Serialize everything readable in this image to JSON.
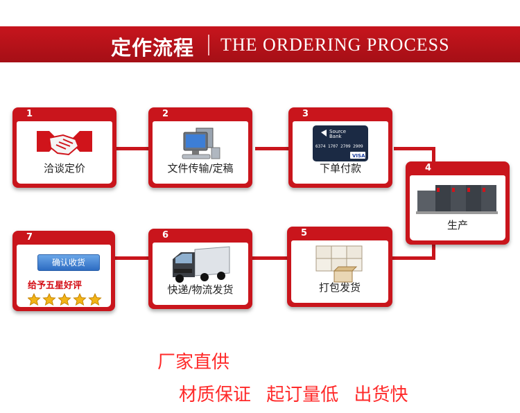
{
  "header": {
    "title_cn": "定作流程",
    "title_en": "THE ORDERING PROCESS"
  },
  "steps": [
    {
      "number": "1",
      "label": "洽谈定价",
      "icon": "handshake-icon"
    },
    {
      "number": "2",
      "label": "文件传输/定稿",
      "icon": "computer-icon"
    },
    {
      "number": "3",
      "label": "下单付款",
      "icon": "credit-card-icon"
    },
    {
      "number": "4",
      "label": "生产",
      "icon": "printing-press-icon"
    },
    {
      "number": "5",
      "label": "打包发货",
      "icon": "boxes-icon"
    },
    {
      "number": "6",
      "label": "快递/物流发货",
      "icon": "truck-icon"
    },
    {
      "number": "7",
      "label": "",
      "icon": "review-icon",
      "confirm_button": "确认收货",
      "review_text": "给予五星好评"
    }
  ],
  "card": {
    "brand": "Source Bank",
    "number": "6374 1707 2709 2909",
    "network": "VISA"
  },
  "taglines": {
    "line1": "厂家直供",
    "line2": "材质保证 起订量低 出货快"
  },
  "colors": {
    "accent": "#c9151c",
    "tagline": "#ff2a2a"
  }
}
